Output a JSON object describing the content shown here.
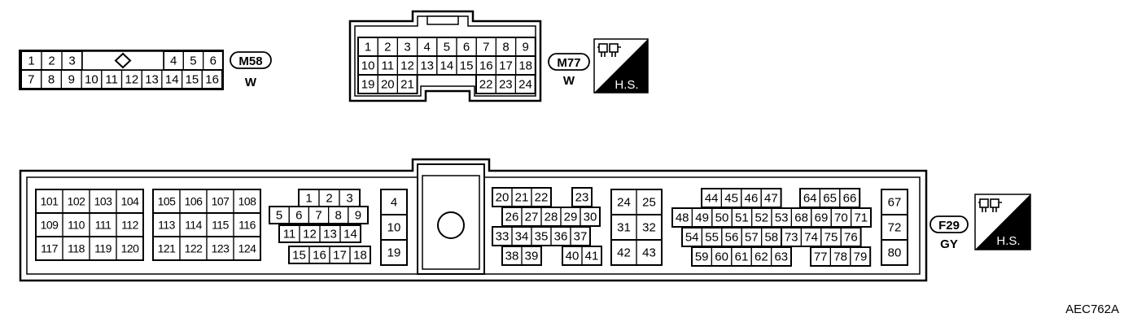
{
  "connectors": {
    "m58": {
      "id": "M58",
      "color": "W",
      "row1_left": [
        "1",
        "2",
        "3"
      ],
      "row1_right": [
        "4",
        "5",
        "6"
      ],
      "row2": [
        "7",
        "8",
        "9",
        "10",
        "11",
        "12",
        "13",
        "14",
        "15",
        "16"
      ]
    },
    "m77": {
      "id": "M77",
      "color": "W",
      "row1": [
        "1",
        "2",
        "3",
        "4",
        "5",
        "6",
        "7",
        "8",
        "9"
      ],
      "row2": [
        "10",
        "11",
        "12",
        "13",
        "14",
        "15",
        "16",
        "17",
        "18"
      ],
      "row3_left": [
        "19",
        "20",
        "21"
      ],
      "row3_right": [
        "22",
        "23",
        "24"
      ]
    },
    "f29": {
      "id": "F29",
      "color": "GY",
      "blockA": [
        [
          "101",
          "102",
          "103",
          "104"
        ],
        [
          "109",
          "110",
          "111",
          "112"
        ],
        [
          "117",
          "118",
          "119",
          "120"
        ]
      ],
      "blockB": [
        [
          "105",
          "106",
          "107",
          "108"
        ],
        [
          "113",
          "114",
          "115",
          "116"
        ],
        [
          "121",
          "122",
          "123",
          "124"
        ]
      ],
      "blockC": [
        [
          "1",
          "2",
          "3"
        ],
        [
          "5",
          "6",
          "7",
          "8",
          "9"
        ],
        [
          "11",
          "12",
          "13",
          "14"
        ],
        [
          "15",
          "16",
          "17",
          "18"
        ]
      ],
      "blockD": [
        "4",
        "10",
        "19"
      ],
      "blockE": [
        [
          "20",
          "21",
          "22",
          "23"
        ],
        [
          "26",
          "27",
          "28",
          "29",
          "30"
        ],
        [
          "33",
          "34",
          "35",
          "36",
          "37"
        ],
        [
          "38",
          "39",
          "40",
          "41"
        ]
      ],
      "blockF": [
        [
          "24",
          "25"
        ],
        [
          "31",
          "32"
        ],
        [
          "42",
          "43"
        ]
      ],
      "blockG": [
        [
          "44",
          "45",
          "46",
          "47",
          "64",
          "65",
          "66"
        ],
        [
          "48",
          "49",
          "50",
          "51",
          "52",
          "53",
          "68",
          "69",
          "70",
          "71"
        ],
        [
          "54",
          "55",
          "56",
          "57",
          "58",
          "73",
          "74",
          "75",
          "76"
        ],
        [
          "59",
          "60",
          "61",
          "62",
          "63",
          "77",
          "78",
          "79"
        ]
      ],
      "blockH": [
        "67",
        "72",
        "80"
      ]
    }
  },
  "badges": {
    "hs_label": "H.S."
  },
  "figure_id": "AEC762A"
}
